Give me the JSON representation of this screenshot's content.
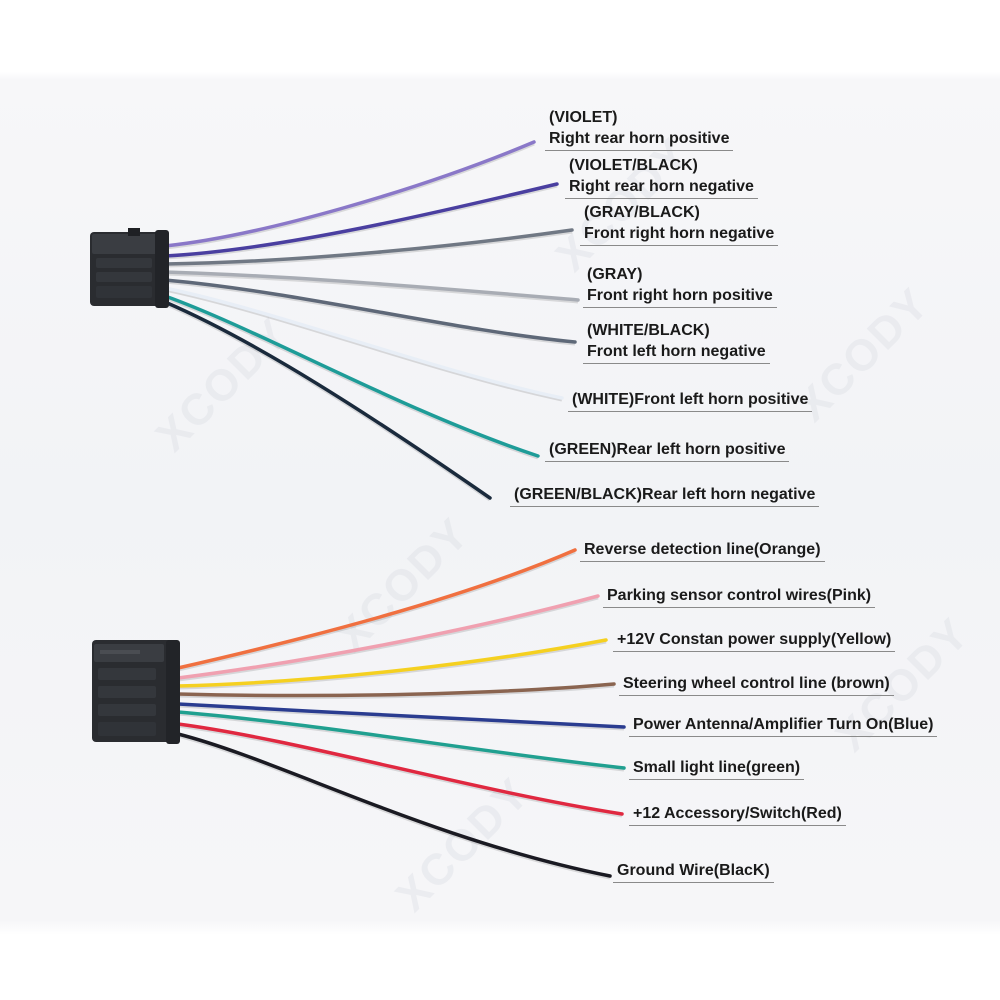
{
  "watermark": "XCODY",
  "colors": {
    "violet": "#8a78c8",
    "violet_black": "#4a3fa0",
    "gray_black": "#707884",
    "gray": "#a8acb4",
    "white_black": "#5e6878",
    "white": "#e8eef6",
    "green": "#1e9c98",
    "green_black": "#1a2a3c",
    "orange": "#f07040",
    "pink": "#f0a0b0",
    "yellow": "#f5d020",
    "brown": "#8a6450",
    "blue": "#2a3c90",
    "small_green": "#20a090",
    "red": "#e02840",
    "black": "#1a1a22",
    "connector": "#2a2c30"
  },
  "top_harness": {
    "wires": [
      {
        "id": "violet",
        "lines": [
          "(VIOLET)",
          "Right rear horn positive"
        ]
      },
      {
        "id": "violet_black",
        "lines": [
          "(VIOLET/BLACK)",
          "Right rear horn negative"
        ]
      },
      {
        "id": "gray_black",
        "lines": [
          "(GRAY/BLACK)",
          "Front right horn negative"
        ]
      },
      {
        "id": "gray",
        "lines": [
          "(GRAY)",
          "Front right horn positive"
        ]
      },
      {
        "id": "white_black",
        "lines": [
          "(WHITE/BLACK)",
          "Front left horn negative"
        ]
      },
      {
        "id": "white",
        "lines": [
          "(WHITE)Front left horn positive"
        ]
      },
      {
        "id": "green",
        "lines": [
          "(GREEN)Rear left horn positive"
        ]
      },
      {
        "id": "green_black",
        "lines": [
          "(GREEN/BLACK)Rear left horn negative"
        ]
      }
    ]
  },
  "bottom_harness": {
    "wires": [
      {
        "id": "orange",
        "lines": [
          "Reverse detection line(Orange)"
        ]
      },
      {
        "id": "pink",
        "lines": [
          "Parking sensor control wires(Pink)"
        ]
      },
      {
        "id": "yellow",
        "lines": [
          "+12V Constan power supply(Yellow)"
        ]
      },
      {
        "id": "brown",
        "lines": [
          "Steering wheel control line (brown)"
        ]
      },
      {
        "id": "blue",
        "lines": [
          "Power Antenna/Amplifier Turn On(Blue)"
        ]
      },
      {
        "id": "small_green",
        "lines": [
          "Small light line(green)"
        ]
      },
      {
        "id": "red",
        "lines": [
          "+12 Accessory/Switch(Red)"
        ]
      },
      {
        "id": "black",
        "lines": [
          "Ground Wire(BlacK)"
        ]
      }
    ]
  }
}
